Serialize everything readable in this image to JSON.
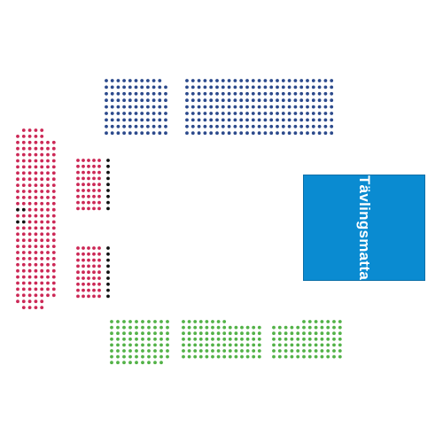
{
  "stage": {
    "label": "Tävlingsmatta",
    "color": "#0a8bd1"
  },
  "colors": {
    "north": "#2c4a8c",
    "west": "#cc2856",
    "south": "#53b248",
    "unavailable": "#111111"
  },
  "sections": [
    {
      "id": "north-left",
      "zone": "north",
      "rows": 9,
      "cols": 11
    },
    {
      "id": "north-right",
      "zone": "north",
      "rows": 9,
      "cols": 25
    },
    {
      "id": "west-main",
      "zone": "west",
      "rows": 30,
      "cols": 7
    },
    {
      "id": "west-upper-block",
      "zone": "west",
      "rows": 9,
      "cols": 6
    },
    {
      "id": "west-lower-block",
      "zone": "west",
      "rows": 9,
      "cols": 6
    },
    {
      "id": "south-left",
      "zone": "south",
      "rows": 8,
      "cols": 10
    },
    {
      "id": "south-mid",
      "zone": "south",
      "rows": 7,
      "cols": 14
    },
    {
      "id": "south-right",
      "zone": "south",
      "rows": 7,
      "cols": 12
    }
  ]
}
